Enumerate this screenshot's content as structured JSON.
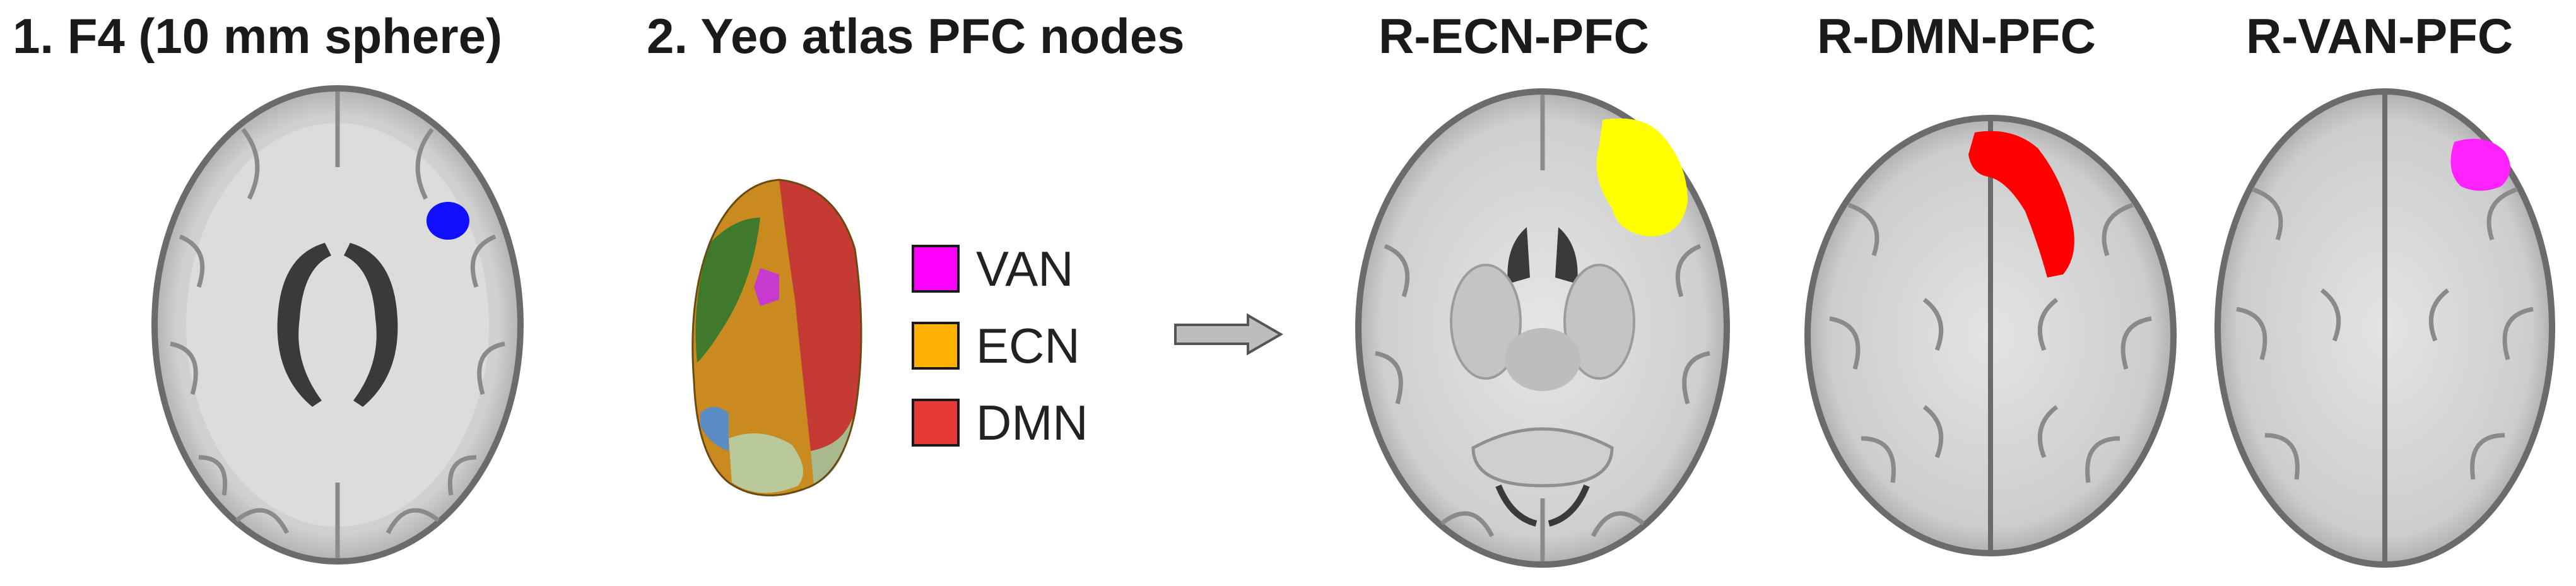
{
  "panels": {
    "f4": {
      "title": "1. F4 (10 mm sphere)"
    },
    "yeo": {
      "title": "2. Yeo atlas PFC nodes"
    },
    "ecn": {
      "title": "R-ECN-PFC"
    },
    "dmn": {
      "title": "R-DMN-PFC"
    },
    "van": {
      "title": "R-VAN-PFC"
    }
  },
  "legend": [
    {
      "label": "VAN",
      "color": "#ff00ff"
    },
    {
      "label": "ECN",
      "color": "#ffb000"
    },
    {
      "label": "DMN",
      "color": "#e53935"
    }
  ],
  "colors": {
    "sphere": "#1010ff",
    "ecn_roi": "#ffff00",
    "dmn_roi": "#ff0000",
    "van_roi": "#ff22ff",
    "arrow_fill": "#bdbdbd"
  }
}
